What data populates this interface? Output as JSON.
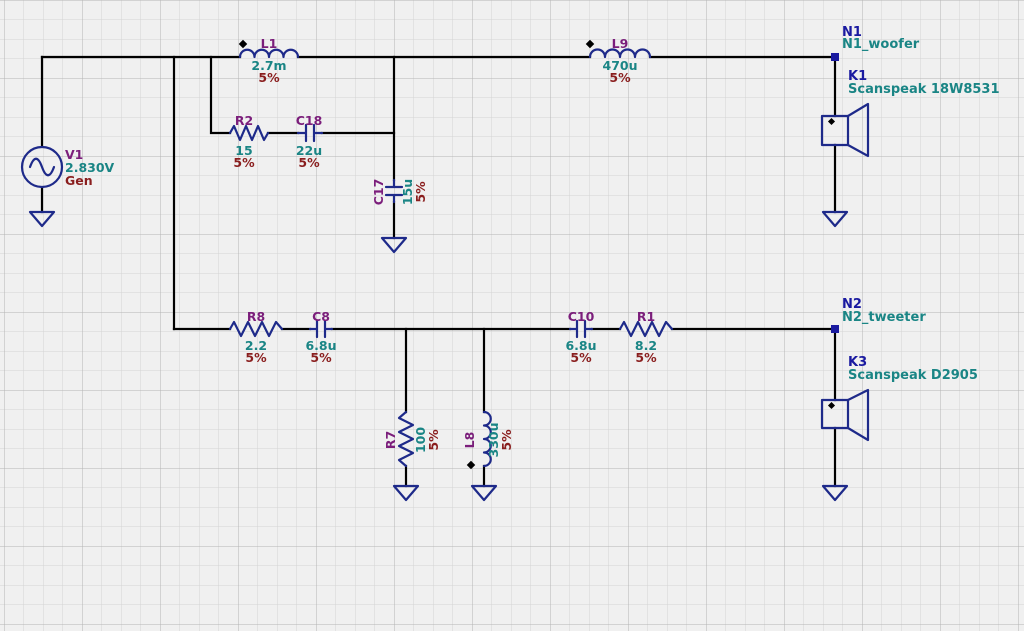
{
  "colors": {
    "background": "#f0f0f0",
    "grid_minor": "#d4d4d4",
    "grid_major": "#b4b4b4",
    "wire": "#000000",
    "symbol": "#1e2a8a",
    "ref_name": "#7b1e7b",
    "value": "#1a8585",
    "tolerance": "#8a1e1e",
    "node": "#1a1aa0"
  },
  "components": {
    "V1": {
      "name": "V1",
      "value": "2.830V",
      "extra": "Gen",
      "icon": "ac-source-icon"
    },
    "L1": {
      "name": "L1",
      "value": "2.7m",
      "tol": "5%",
      "icon": "inductor-icon"
    },
    "L9": {
      "name": "L9",
      "value": "470u",
      "tol": "5%",
      "icon": "inductor-icon"
    },
    "R2": {
      "name": "R2",
      "value": "15",
      "tol": "5%",
      "icon": "resistor-icon"
    },
    "C18": {
      "name": "C18",
      "value": "22u",
      "tol": "5%",
      "icon": "capacitor-icon"
    },
    "C17": {
      "name": "C17",
      "value": "15u",
      "tol": "5%",
      "icon": "capacitor-icon"
    },
    "R8": {
      "name": "R8",
      "value": "2.2",
      "tol": "5%",
      "icon": "resistor-icon"
    },
    "C8": {
      "name": "C8",
      "value": "6.8u",
      "tol": "5%",
      "icon": "capacitor-icon"
    },
    "C10": {
      "name": "C10",
      "value": "6.8u",
      "tol": "5%",
      "icon": "capacitor-icon"
    },
    "R1": {
      "name": "R1",
      "value": "8.2",
      "tol": "5%",
      "icon": "resistor-icon"
    },
    "R7": {
      "name": "R7",
      "value": "100",
      "tol": "5%",
      "icon": "resistor-icon"
    },
    "L8": {
      "name": "L8",
      "value": "330u",
      "tol": "5%",
      "icon": "inductor-icon"
    }
  },
  "nodes": {
    "N1": {
      "id": "N1",
      "label": "N1_woofer"
    },
    "N2": {
      "id": "N2",
      "label": "N2_tweeter"
    }
  },
  "speakers": {
    "K1": {
      "name": "K1",
      "model": "Scanspeak 18W8531",
      "icon": "speaker-icon"
    },
    "K3": {
      "name": "K3",
      "model": "Scanspeak D2905",
      "icon": "speaker-icon"
    }
  }
}
